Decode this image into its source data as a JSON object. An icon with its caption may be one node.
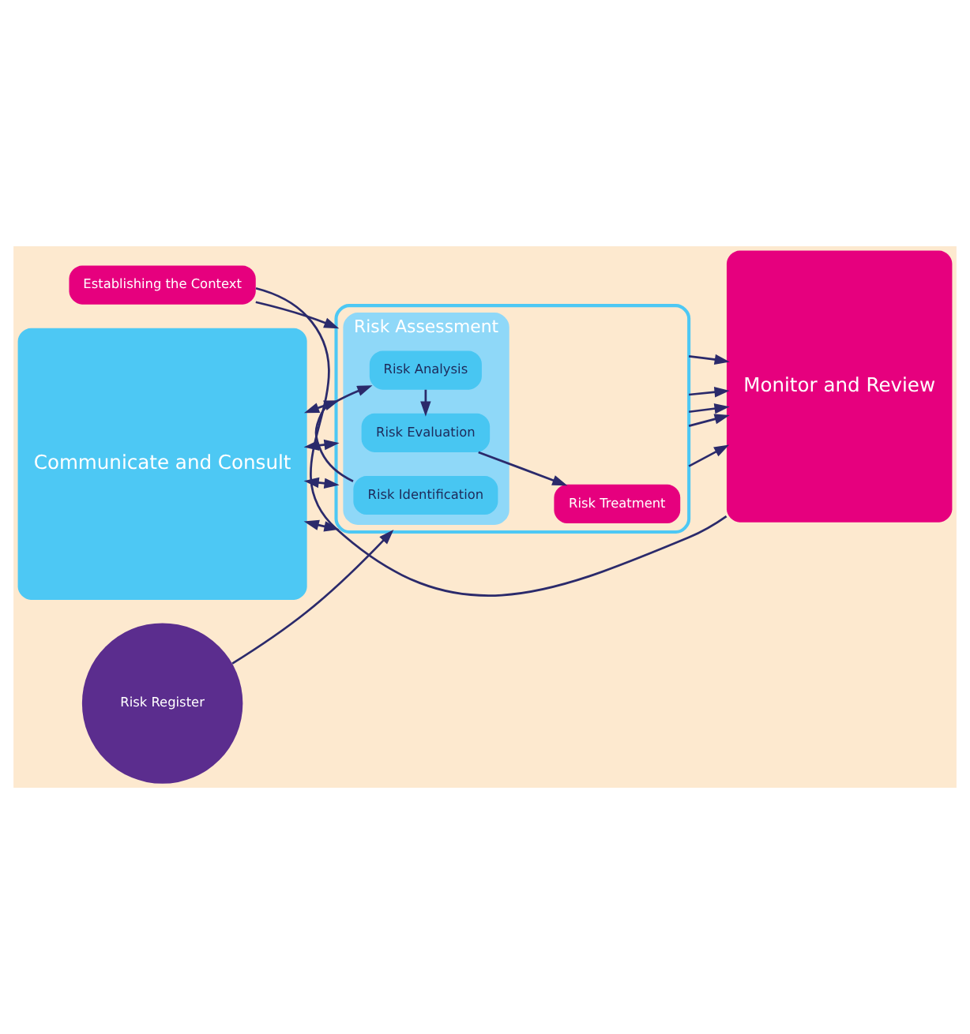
{
  "diagram": {
    "nodes": [
      {
        "text": [
          "Risk Register"
        ]
      },
      {
        "text": [
          "Establishing the Context"
        ]
      },
      {
        "text": [
          "Communicate and Consult"
        ]
      },
      {
        "text": [],
        "shape": "box"
      },
      {
        "text": [
          "Risk Assessment"
        ],
        "in": 3
      },
      {
        "text": [
          "Risk Identification"
        ],
        "in": 4
      },
      {
        "text": [
          "Risk Analysis"
        ],
        "in": 4
      },
      {
        "text": [
          "Risk Evaluation"
        ],
        "in": 4
      },
      {
        "text": [
          "Risk Treatment"
        ],
        "in": 3
      },
      {
        "text": [
          "Monitor and Review"
        ]
      }
    ],
    "edges": [
      {
        "from": 0,
        "to": 3,
        "arrow": "to"
      },
      {
        "from": 1,
        "to": 3,
        "arrow": "to"
      },
      {
        "from": 2,
        "to": 3,
        "arrow": "both"
      },
      {
        "from": 2,
        "to": 3,
        "arrow": "both"
      },
      {
        "from": 2,
        "to": 3,
        "arrow": "both"
      },
      {
        "from": 2,
        "to": 3,
        "arrow": "both"
      },
      {
        "from": 3,
        "to": 9,
        "arrow": "to"
      },
      {
        "from": 3,
        "to": 9,
        "arrow": "to"
      },
      {
        "from": 3,
        "to": 9,
        "arrow": "to"
      },
      {
        "from": 3,
        "to": 9,
        "arrow": "to"
      },
      {
        "from": 5,
        "to": 6,
        "arrow": "to"
      },
      {
        "from": 6,
        "to": 7,
        "arrow": "to"
      },
      {
        "from": 7,
        "to": 8,
        "arrow": "to"
      },
      {
        "from": 3,
        "to": 9,
        "arrow": "to"
      },
      {
        "from": 9,
        "to": 1,
        "arrow": "none"
      }
    ]
  }
}
